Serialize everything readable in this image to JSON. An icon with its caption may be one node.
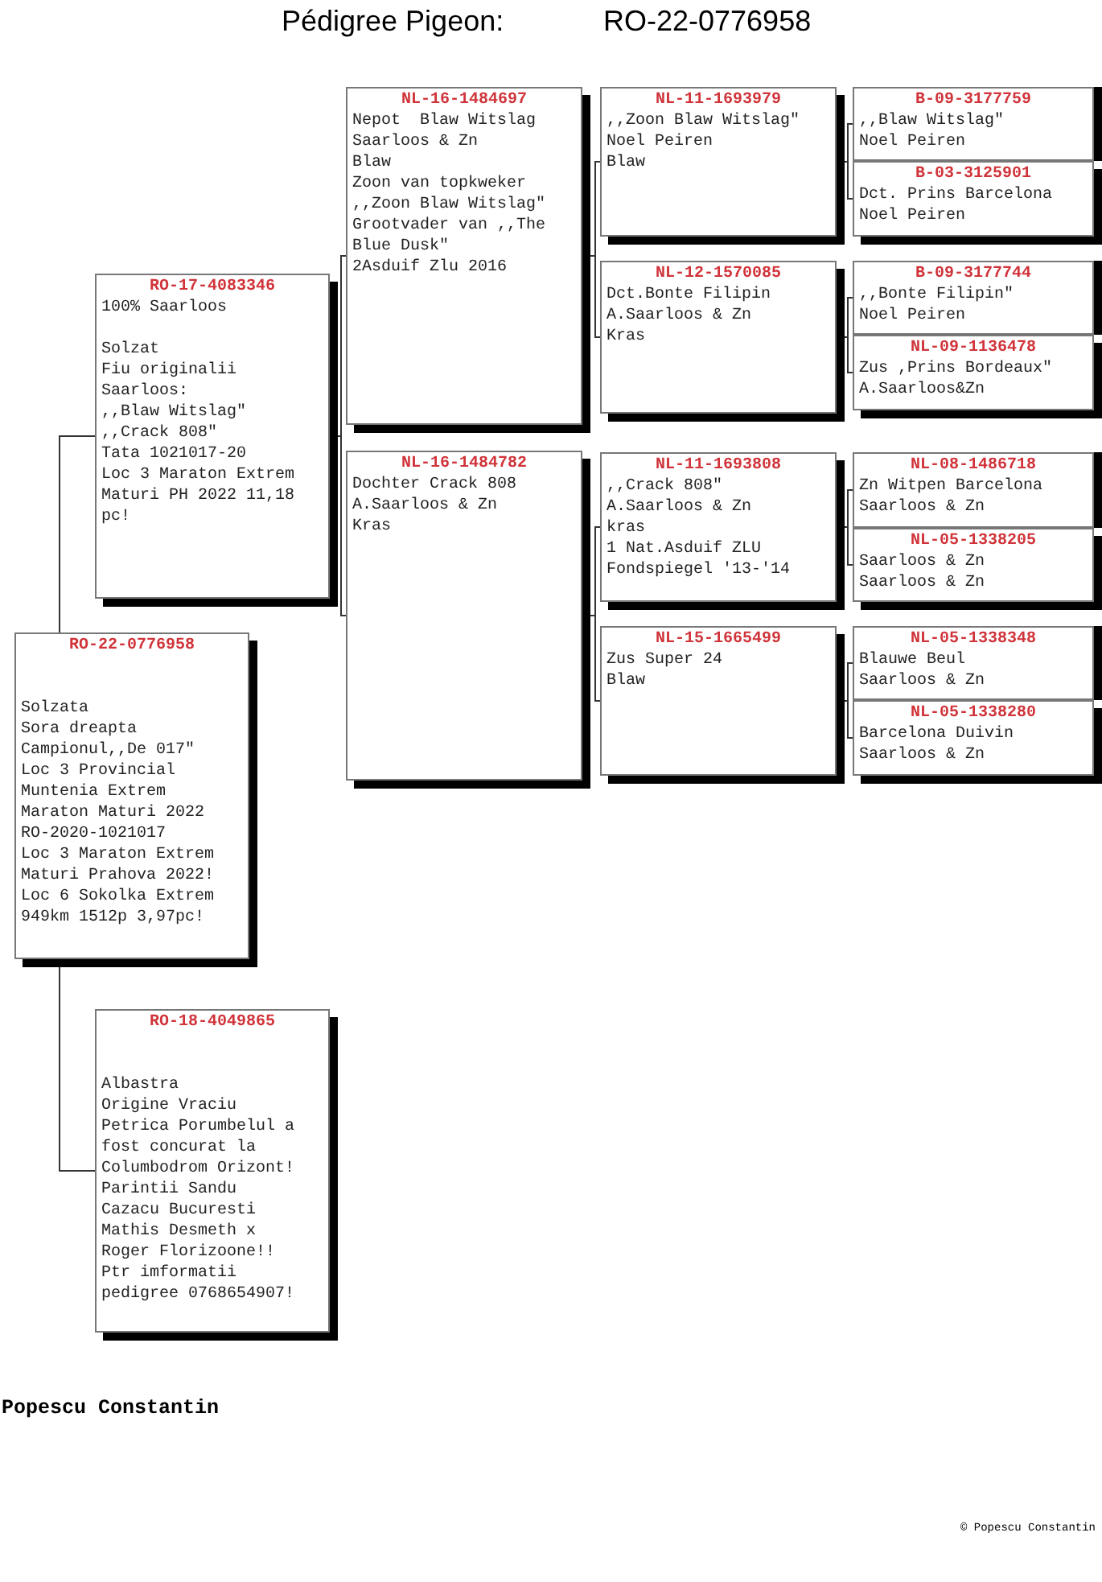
{
  "diagram": {
    "title": "Pédigree Pigeon:",
    "nodes": [
      {
        "text": [
          "RO-22-0776958",
          "Solzata",
          "Sora dreapta Campionul,,De 017\"",
          "Loc 3 Provincial Muntenia Extrem Maraton Maturi 2022",
          "RO-2020-1021017",
          "Loc 3 Maraton Extrem Maturi Prahova 2022!",
          "Loc 6 Sokolka Extrem 949km 1512p 3,97pc!"
        ]
      },
      {
        "text": [
          "RO-17-4083346",
          "100% Saarloos",
          "Solzat",
          "Fiu originalii Saarloos:",
          ",,Blaw Witslag\"",
          ",,Crack 808\"",
          "Tata 1021017-20",
          "Loc 3 Maraton Extrem Maturi PH 2022 11,18 pc!"
        ]
      },
      {
        "text": [
          "RO-18-4049865",
          "Albastra",
          "Origine Vraciu Petrica Porumbelul a fost concurat la Columbodrom Orizont!",
          "Parintii Sandu Cazacu Bucuresti Mathis Desmeth x Roger Florizoone!!",
          "Ptr imformatii pedigree 0768654907!"
        ]
      },
      {
        "text": [
          "NL-16-1484697",
          "Nepot  Blaw Witslag",
          "Saarloos & Zn",
          "Blaw",
          "Zoon van topkweker",
          ",,Zoon Blaw Witslag\"",
          "Grootvader van ,,The Blue Dusk\"",
          "2Asduif Zlu 2016"
        ]
      },
      {
        "text": [
          "NL-16-1484782",
          "Dochter Crack 808",
          "A.Saarloos & Zn",
          "Kras"
        ]
      },
      {
        "text": [
          "NL-11-1693979",
          ",,Zoon Blaw Witslag\"",
          "Noel Peiren",
          "Blaw"
        ]
      },
      {
        "text": [
          "NL-12-1570085",
          "Dct.Bonte Filipin",
          "A.Saarloos & Zn",
          "Kras"
        ]
      },
      {
        "text": [
          "NL-11-1693808",
          ",,Crack 808\"",
          "A.Saarloos & Zn",
          "kras",
          "1 Nat.Asduif ZLU",
          "Fondspiegel '13-'14"
        ]
      },
      {
        "text": [
          "NL-15-1665499",
          "Zus Super 24",
          "Blaw"
        ]
      },
      {
        "text": [
          "B-09-3177759",
          ",,Blaw Witslag\"",
          "Noel Peiren"
        ]
      },
      {
        "text": [
          "B-03-3125901",
          "Dct. Prins Barcelona",
          "Noel Peiren"
        ]
      },
      {
        "text": [
          "B-09-3177744",
          ",,Bonte Filipin\"",
          "Noel Peiren"
        ]
      },
      {
        "text": [
          "NL-09-1136478",
          "Zus ,Prins Bordeaux\"",
          "A.Saarloos&Zn"
        ]
      },
      {
        "text": [
          "NL-08-1486718",
          "Zn Witpen Barcelona",
          "Saarloos & Zn"
        ]
      },
      {
        "text": [
          "NL-05-1338205",
          "Saarloos & Zn",
          "Saarloos & Zn"
        ]
      },
      {
        "text": [
          "NL-05-1338348",
          "Blauwe Beul",
          "Saarloos & Zn"
        ]
      },
      {
        "text": [
          "NL-05-1338280",
          "Barcelona Duivin",
          "Saarloos & Zn"
        ]
      }
    ],
    "edges": [
      {
        "from": 0,
        "to": 1,
        "arrow": "none"
      },
      {
        "from": 0,
        "to": 2,
        "arrow": "none"
      },
      {
        "from": 1,
        "to": 3,
        "arrow": "none"
      },
      {
        "from": 1,
        "to": 4,
        "arrow": "none"
      },
      {
        "from": 3,
        "to": 5,
        "arrow": "none"
      },
      {
        "from": 3,
        "to": 6,
        "arrow": "none"
      },
      {
        "from": 4,
        "to": 7,
        "arrow": "none"
      },
      {
        "from": 4,
        "to": 8,
        "arrow": "none"
      },
      {
        "from": 5,
        "to": 9,
        "arrow": "none"
      },
      {
        "from": 5,
        "to": 10,
        "arrow": "none"
      },
      {
        "from": 6,
        "to": 11,
        "arrow": "none"
      },
      {
        "from": 6,
        "to": 12,
        "arrow": "none"
      },
      {
        "from": 7,
        "to": 13,
        "arrow": "none"
      },
      {
        "from": 7,
        "to": 14,
        "arrow": "none"
      },
      {
        "from": 8,
        "to": 15,
        "arrow": "none"
      },
      {
        "from": 8,
        "to": 16,
        "arrow": "none"
      }
    ],
    "labels": [
      "RO-22-0776958",
      "Popescu Constantin",
      "© Popescu Constantin"
    ]
  }
}
